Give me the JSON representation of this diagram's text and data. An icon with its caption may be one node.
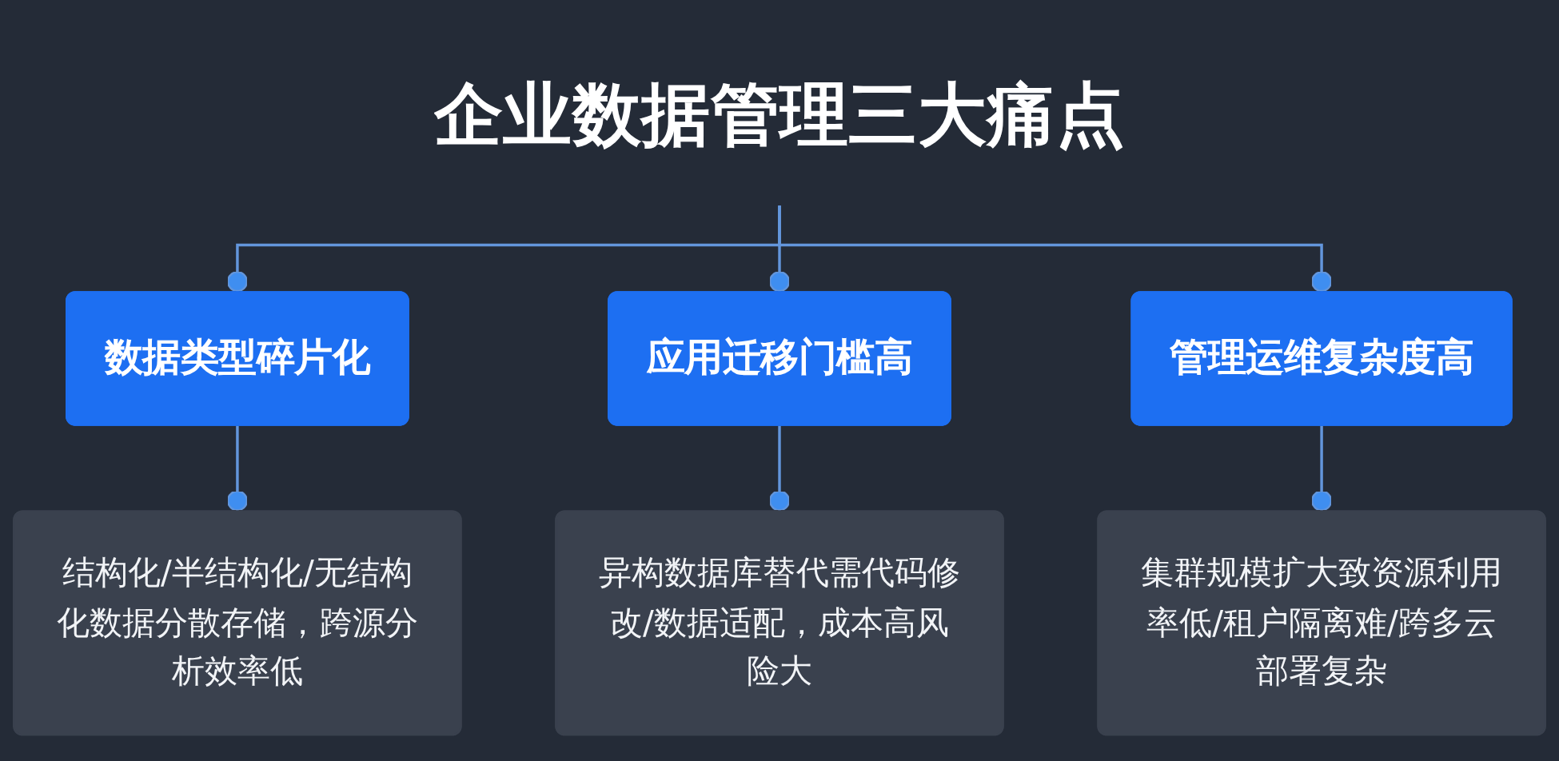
{
  "diagram": {
    "nodes": [
      {
        "text": [
          "企业数据管理三大痛点"
        ]
      },
      {
        "text": [
          "数据类型碎片化"
        ]
      },
      {
        "text": [
          "应用迁移门槛高"
        ]
      },
      {
        "text": [
          "管理运维复杂度高"
        ]
      },
      {
        "text": [
          "结构化/半结构化/无结构化数据分散存储，跨源分析效率低"
        ]
      },
      {
        "text": [
          "异构数据库替代需代码修改/数据适配，成本高风险大"
        ]
      },
      {
        "text": [
          "集群规模扩大致资源利用率低/租户隔离难/跨多云部署复杂"
        ]
      }
    ],
    "edges": [
      {
        "from": 0,
        "to": 1,
        "arrow": "other"
      },
      {
        "from": 0,
        "to": 2,
        "arrow": "other"
      },
      {
        "from": 0,
        "to": 3,
        "arrow": "other"
      },
      {
        "from": 1,
        "to": 4,
        "arrow": "other"
      },
      {
        "from": 2,
        "to": 5,
        "arrow": "other"
      },
      {
        "from": 3,
        "to": 6,
        "arrow": "other"
      }
    ]
  }
}
